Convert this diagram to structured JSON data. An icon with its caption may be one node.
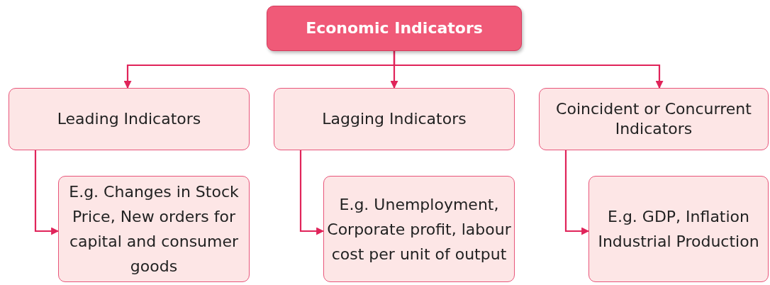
{
  "diagram": {
    "nodes": [
      {
        "text": [
          "Economic Indicators"
        ]
      },
      {
        "text": [
          "Leading Indicators"
        ]
      },
      {
        "text": [
          "Lagging Indicators"
        ]
      },
      {
        "text": [
          "Coincident or Concurrent Indicators"
        ]
      },
      {
        "text": [
          "E.g. Changes in Stock Price, New orders for capital and consumer goods"
        ]
      },
      {
        "text": [
          "E.g. Unemployment, Corporate profit, labour cost per unit of output"
        ]
      },
      {
        "text": [
          "E.g. GDP, Inflation Industrial Production"
        ]
      }
    ],
    "edges": [
      {
        "from": 0,
        "to": 1,
        "arrow": "to"
      },
      {
        "from": 0,
        "to": 2,
        "arrow": "to"
      },
      {
        "from": 0,
        "to": 3,
        "arrow": "to"
      },
      {
        "from": 1,
        "to": 4,
        "arrow": "to"
      },
      {
        "from": 2,
        "to": 5,
        "arrow": "to"
      },
      {
        "from": 3,
        "to": 6,
        "arrow": "to"
      }
    ]
  }
}
